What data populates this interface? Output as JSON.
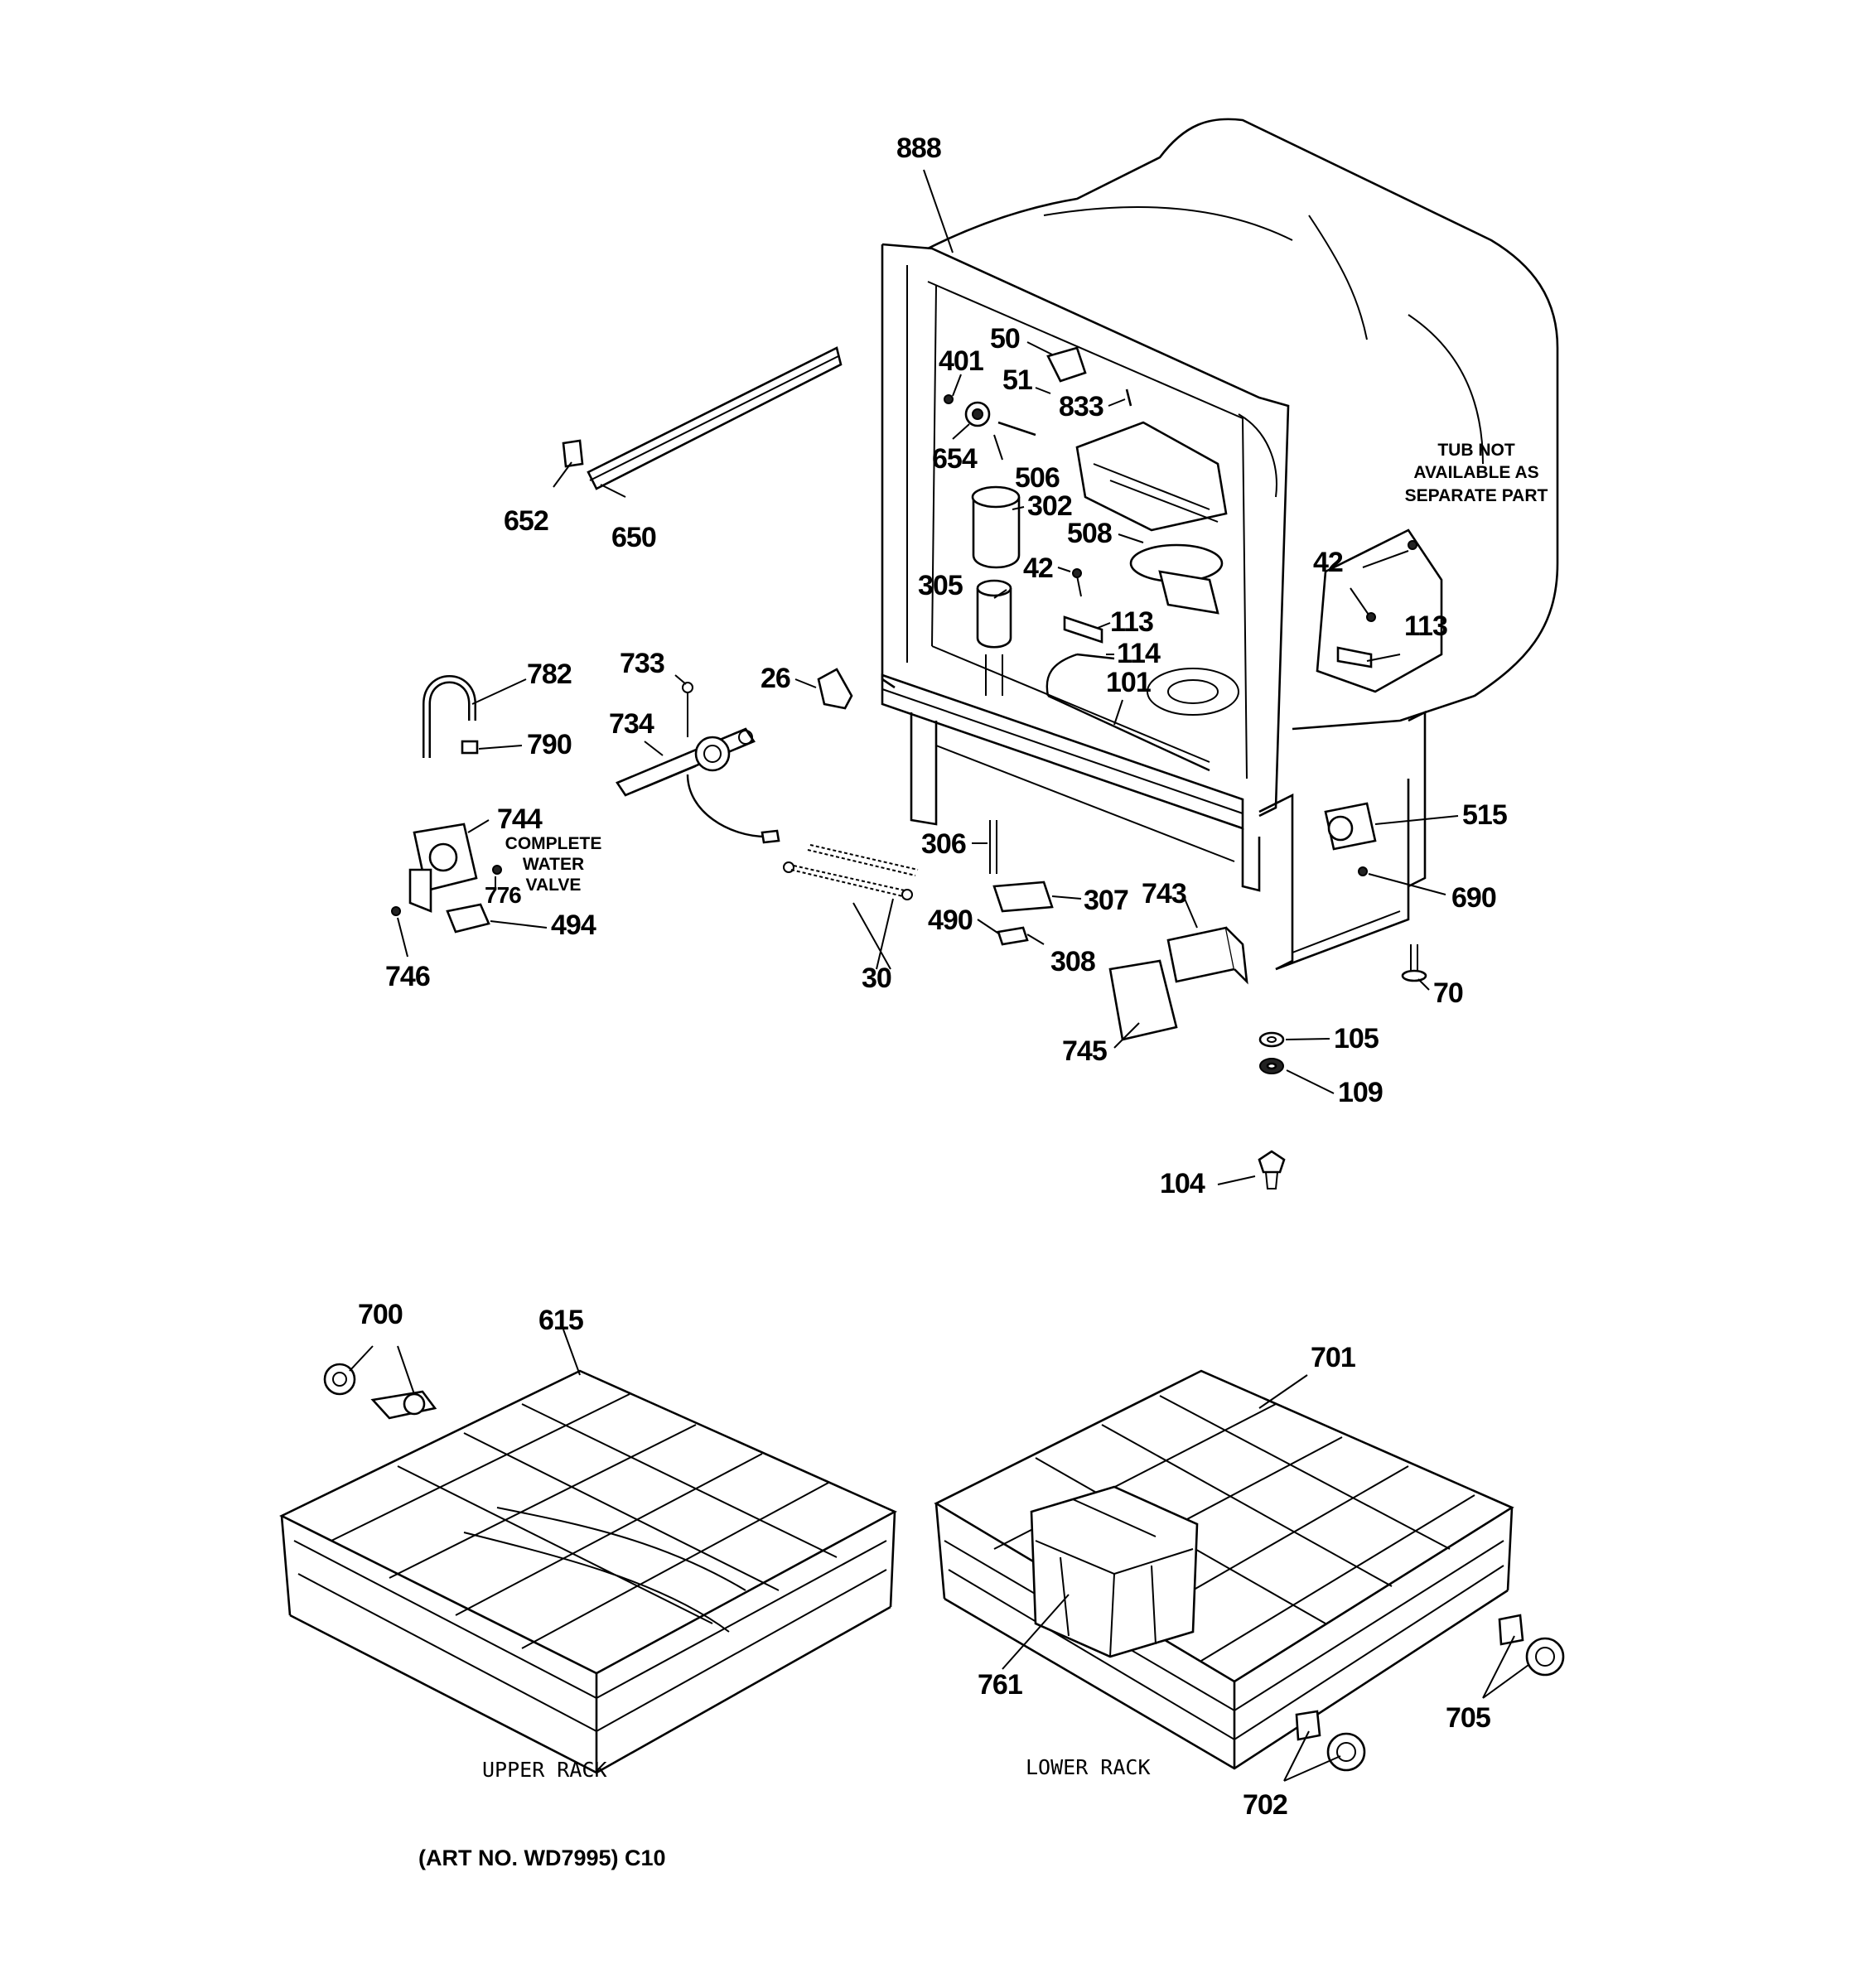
{
  "labels": [
    {
      "id": "888",
      "text": "888"
    },
    {
      "id": "50",
      "text": "50"
    },
    {
      "id": "401",
      "text": "401"
    },
    {
      "id": "51",
      "text": "51"
    },
    {
      "id": "833",
      "text": "833"
    },
    {
      "id": "654",
      "text": "654"
    },
    {
      "id": "506",
      "text": "506"
    },
    {
      "id": "302",
      "text": "302"
    },
    {
      "id": "508",
      "text": "508"
    },
    {
      "id": "42a",
      "text": "42"
    },
    {
      "id": "42b",
      "text": "42"
    },
    {
      "id": "305",
      "text": "305"
    },
    {
      "id": "113a",
      "text": "113"
    },
    {
      "id": "113b",
      "text": "113"
    },
    {
      "id": "114",
      "text": "114"
    },
    {
      "id": "101",
      "text": "101"
    },
    {
      "id": "652",
      "text": "652"
    },
    {
      "id": "650",
      "text": "650"
    },
    {
      "id": "782",
      "text": "782"
    },
    {
      "id": "790",
      "text": "790"
    },
    {
      "id": "733",
      "text": "733"
    },
    {
      "id": "734",
      "text": "734"
    },
    {
      "id": "26",
      "text": "26"
    },
    {
      "id": "744",
      "text": "744"
    },
    {
      "id": "776",
      "text": "776"
    },
    {
      "id": "494",
      "text": "494"
    },
    {
      "id": "746",
      "text": "746"
    },
    {
      "id": "30",
      "text": "30"
    },
    {
      "id": "306",
      "text": "306"
    },
    {
      "id": "307",
      "text": "307"
    },
    {
      "id": "490",
      "text": "490"
    },
    {
      "id": "308",
      "text": "308"
    },
    {
      "id": "743",
      "text": "743"
    },
    {
      "id": "745",
      "text": "745"
    },
    {
      "id": "515",
      "text": "515"
    },
    {
      "id": "690",
      "text": "690"
    },
    {
      "id": "70",
      "text": "70"
    },
    {
      "id": "105",
      "text": "105"
    },
    {
      "id": "109",
      "text": "109"
    },
    {
      "id": "104",
      "text": "104"
    },
    {
      "id": "700",
      "text": "700"
    },
    {
      "id": "615",
      "text": "615"
    },
    {
      "id": "701",
      "text": "701"
    },
    {
      "id": "761",
      "text": "761"
    },
    {
      "id": "705",
      "text": "705"
    },
    {
      "id": "702",
      "text": "702"
    }
  ],
  "notes": {
    "tub_line1": "TUB NOT",
    "tub_line2": "AVAILABLE AS",
    "tub_line3": "SEPARATE PART",
    "valve_line1": "COMPLETE",
    "valve_line2": "WATER",
    "valve_line3": "VALVE"
  },
  "captions": {
    "upper_rack": "UPPER RACK",
    "lower_rack": "LOWER RACK",
    "art_no": "(ART NO. WD7995) C10"
  }
}
